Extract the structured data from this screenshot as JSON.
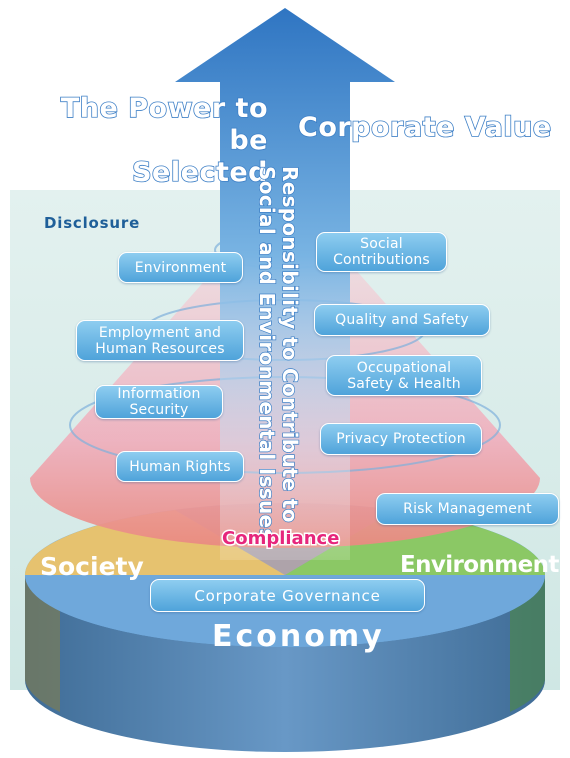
{
  "headlines": {
    "left": "The Power to be\nSelected",
    "right": "Corporate Value"
  },
  "center_vertical": "Responsibility to Contribute to\nSocial and Environmental Issues",
  "disclosure": "Disclosure",
  "left_items": [
    "Environment",
    "Employment and\nHuman Resources",
    "Information\nSecurity",
    "Human Rights"
  ],
  "right_items": [
    "Social\nContributions",
    "Quality and Safety",
    "Occupational\nSafety & Health",
    "Privacy Protection",
    "Risk Management"
  ],
  "compliance": "Compliance",
  "base": {
    "society": "Society",
    "environment": "Environment",
    "economy": "Economy",
    "governance": "Corporate Governance"
  },
  "colors": {
    "arrow": "#3f84cd",
    "outline_text": "#3d7fc6",
    "pill": "#5aabdf",
    "compliance": "#e6267c",
    "disclosure": "#1f5f99",
    "society": "#e6c26f",
    "environment": "#8bc865",
    "economy_top": "#6fa8db",
    "economy_side": "#5a88b8"
  }
}
